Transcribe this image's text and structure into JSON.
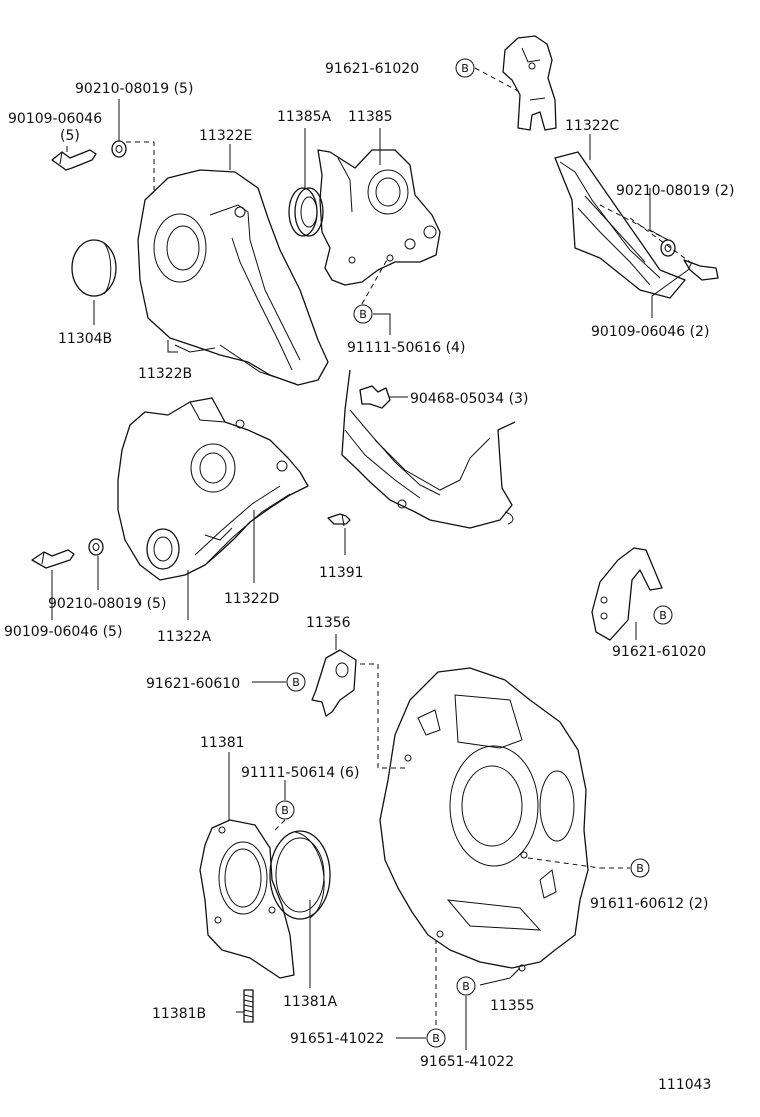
{
  "diagram_id": "111043",
  "bubble_letter": "B",
  "labels": {
    "p91621_61020_top": "91621-61020",
    "p90210_08019_5_top": "90210-08019 (5)",
    "p90109_06046_top": "90109-06046",
    "qty_5": "(5)",
    "p11322E": "11322E",
    "p11385A": "11385A",
    "p11385": "11385",
    "p11322C": "11322C",
    "p90210_08019_2": "90210-08019 (2)",
    "p90109_06046_2": "90109-06046 (2)",
    "p11304B": "11304B",
    "p11322B": "11322B",
    "p91111_50616": "91111-50616 (4)",
    "p90468_05034": "90468-05034 (3)",
    "p11391": "11391",
    "p11322D": "11322D",
    "p90210_08019_5_bot": "90210-08019 (5)",
    "p90109_06046_5_bot": "90109-06046 (5)",
    "p11322A": "11322A",
    "p91621_61020_mid": "91621-61020",
    "p11356": "11356",
    "p91621_60610": "91621-60610",
    "p11381": "11381",
    "p91111_50614": "91111-50614 (6)",
    "p91611_60612": "91611-60612 (2)",
    "p11381A": "11381A",
    "p11355": "11355",
    "p11381B": "11381B",
    "p91651_41022_left": "91651-41022",
    "p91651_41022_bot": "91651-41022"
  }
}
